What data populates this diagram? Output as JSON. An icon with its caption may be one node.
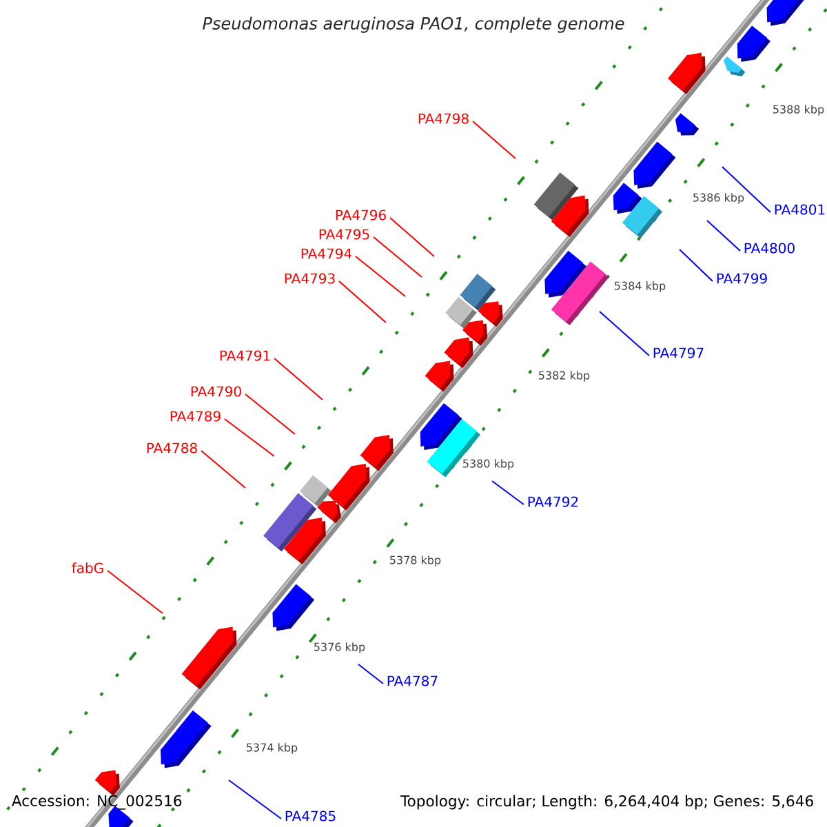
{
  "diagram": {
    "title": "Pseudomonas aeruginosa PAO1, complete genome",
    "nodes": [
      {
        "text": [
          "PA4798"
        ]
      },
      {
        "text": [
          "PA4801"
        ]
      },
      {
        "text": [
          "PA4796"
        ]
      },
      {
        "text": [
          "PA4795"
        ]
      },
      {
        "text": [
          "PA4800"
        ]
      },
      {
        "text": [
          "PA4794"
        ]
      },
      {
        "text": [
          "PA4793"
        ]
      },
      {
        "text": [
          "PA4799"
        ]
      },
      {
        "text": [
          "PA4797"
        ]
      },
      {
        "text": [
          "PA4791"
        ]
      },
      {
        "text": [
          "PA4790"
        ]
      },
      {
        "text": [
          "PA4789"
        ]
      },
      {
        "text": [
          "PA4788"
        ]
      },
      {
        "text": [
          "PA4792"
        ]
      },
      {
        "text": [
          "fabG"
        ]
      },
      {
        "text": [
          "PA4787"
        ]
      },
      {
        "text": [
          "PA4785"
        ]
      }
    ],
    "edges": [
      {
        "from": 0,
        "to": null,
        "arrow": "none"
      },
      {
        "from": 1,
        "to": null,
        "arrow": "none",
        "color": "#0000ff"
      },
      {
        "from": 2,
        "to": null,
        "arrow": "none"
      },
      {
        "from": 3,
        "to": null,
        "arrow": "none"
      },
      {
        "from": 4,
        "to": null,
        "arrow": "none",
        "color": "#0000ff"
      },
      {
        "from": 5,
        "to": null,
        "arrow": "none"
      },
      {
        "from": 6,
        "to": null,
        "arrow": "none"
      },
      {
        "from": 7,
        "to": null,
        "arrow": "none",
        "color": "#0000ff"
      },
      {
        "from": 8,
        "to": null,
        "arrow": "none",
        "color": "#0000ff"
      },
      {
        "from": 9,
        "to": null,
        "arrow": "none"
      },
      {
        "from": 10,
        "to": null,
        "arrow": "none"
      },
      {
        "from": 11,
        "to": null,
        "arrow": "none"
      },
      {
        "from": 12,
        "to": null,
        "arrow": "none"
      },
      {
        "from": 13,
        "to": null,
        "arrow": "none",
        "color": "#0000ff"
      },
      {
        "from": 14,
        "to": null,
        "arrow": "none"
      },
      {
        "from": 15,
        "to": null,
        "arrow": "none",
        "color": "#0000ff"
      },
      {
        "from": 16,
        "to": null,
        "arrow": "none",
        "color": "#0000ff"
      }
    ],
    "labels": [
      "5388 kbp",
      "5386 kbp",
      "5384 kbp",
      "5382 kbp",
      "5380 kbp",
      "5378 kbp",
      "5376 kbp",
      "5374 kbp",
      "Accession: NC_002516",
      "Topology: circular; Length: 6,264,404 bp; Genes: 5,646"
    ]
  }
}
